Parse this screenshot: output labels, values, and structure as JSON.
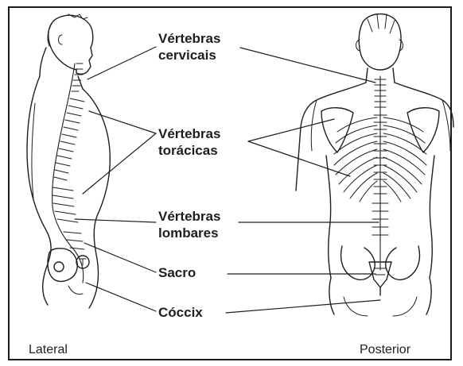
{
  "labels": {
    "cervical": {
      "line1": "Vértebras",
      "line2": "cervicais"
    },
    "thoracic": {
      "line1": "Vértebras",
      "line2": "torácicas"
    },
    "lumbar": {
      "line1": "Vértebras",
      "line2": "lombares"
    },
    "sacrum": "Sacro",
    "coccyx": "Cóccix"
  },
  "views": {
    "lateral": "Lateral",
    "posterior": "Posterior"
  },
  "colors": {
    "ink": "#1e1e1e",
    "background": "#ffffff"
  }
}
